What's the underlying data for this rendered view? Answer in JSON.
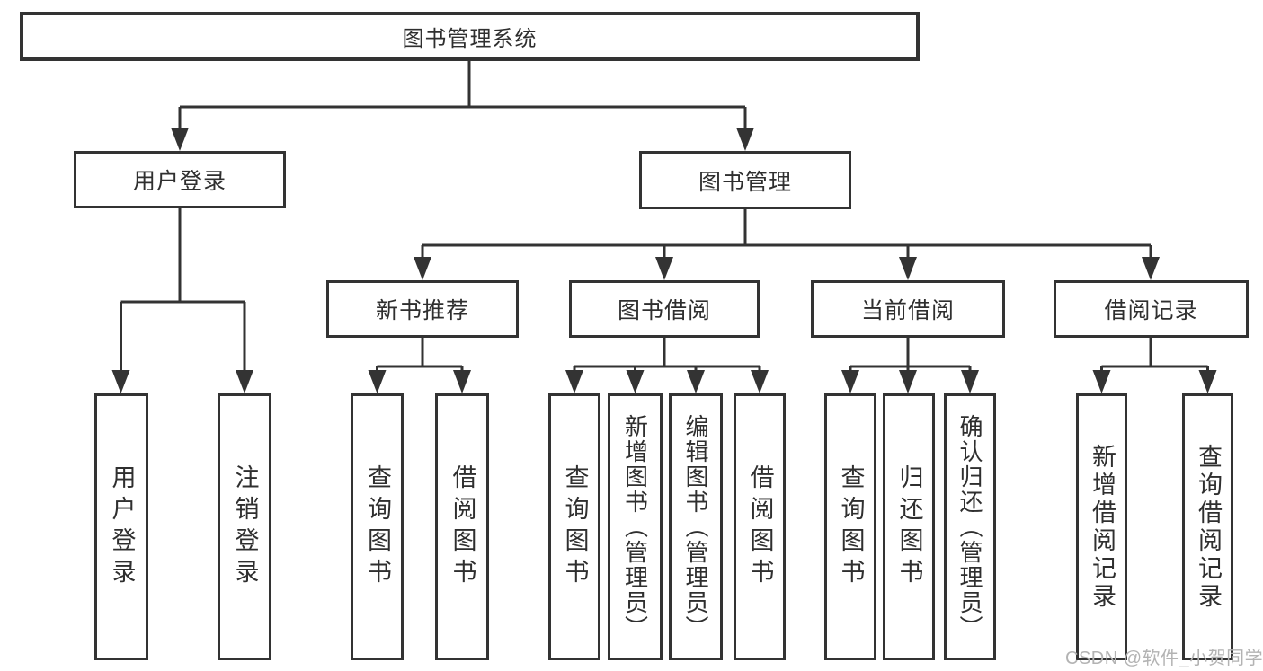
{
  "title": "图书管理系统",
  "nodes": {
    "root": "图书管理系统",
    "level1": [
      "用户登录",
      "图书管理"
    ],
    "level2": [
      "新书推荐",
      "图书借阅",
      "当前借阅",
      "借阅记录"
    ],
    "leaves_login": [
      "用户登录",
      "注销登录"
    ],
    "leaves_recommend": [
      "查询图书",
      "借阅图书"
    ],
    "leaves_borrow": [
      "查询图书",
      "新增图书（管理员）",
      "编辑图书（管理员）",
      "借阅图书"
    ],
    "leaves_current": [
      "查询图书",
      "归还图书",
      "确认归还（管理员）"
    ],
    "leaves_records": [
      "新增借阅记录",
      "查询借阅记录"
    ]
  },
  "watermark": "CSDN @软件_小贺同学",
  "colors": {
    "line": "#333333",
    "box_background": "#ffffff",
    "text": "#2f2f2f",
    "watermark": "#b3b3b3"
  }
}
